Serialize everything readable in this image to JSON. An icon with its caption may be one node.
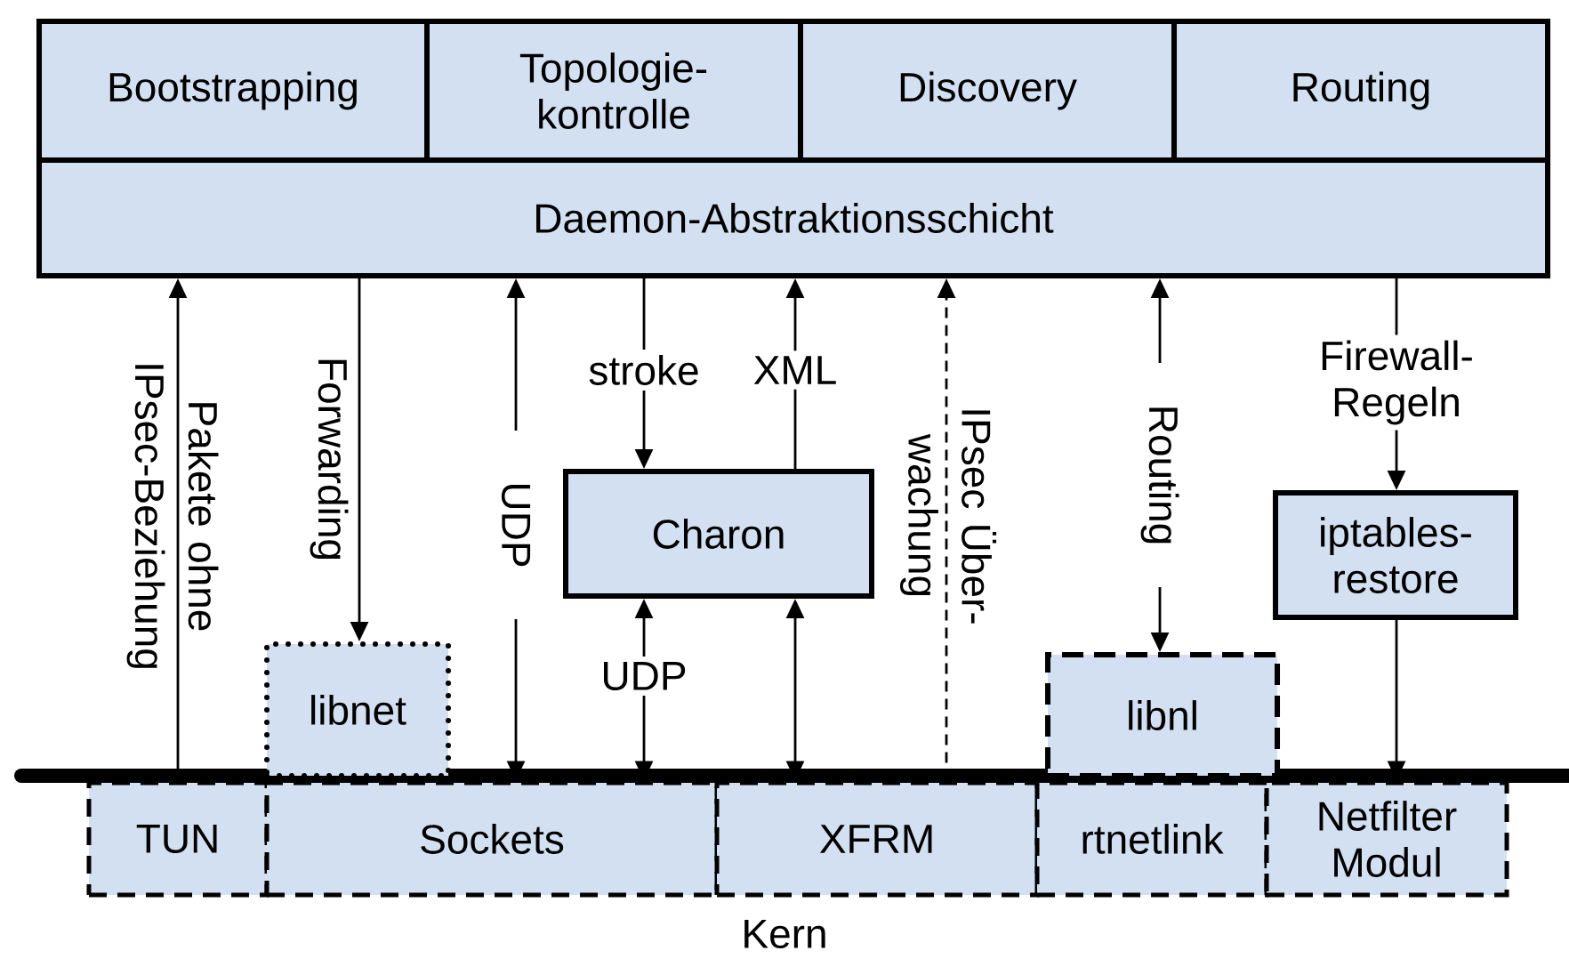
{
  "diagram": {
    "nodes": [
      {
        "text": [
          "Bootstrapping"
        ]
      },
      {
        "text": [
          "Topologie- kontrolle"
        ]
      },
      {
        "text": [
          "Discovery"
        ]
      },
      {
        "text": [
          "Routing"
        ]
      },
      {
        "text": [
          "Daemon-Abstraktionsschicht"
        ]
      },
      {
        "text": [
          "Charon"
        ]
      },
      {
        "text": [
          "iptables- restore"
        ]
      },
      {
        "text": [
          "libnet"
        ]
      },
      {
        "text": [
          "libnl"
        ]
      },
      {
        "text": [
          "TUN"
        ]
      },
      {
        "text": [
          "Sockets"
        ]
      },
      {
        "text": [
          "XFRM"
        ]
      },
      {
        "text": [
          "rtnetlink"
        ]
      },
      {
        "text": [
          "Netfilter Modul"
        ]
      }
    ],
    "edges": [
      {
        "from": 9,
        "to": 4,
        "arrow": "to",
        "label": "Pakete ohne IPsec-Beziehung"
      },
      {
        "from": 4,
        "to": 7,
        "arrow": "to",
        "label": "Forwarding"
      },
      {
        "from": 4,
        "to": 10,
        "arrow": "both",
        "label": "UDP"
      },
      {
        "from": 4,
        "to": 5,
        "arrow": "to",
        "label": "stroke"
      },
      {
        "from": 5,
        "to": 4,
        "arrow": "to",
        "label": "XML"
      },
      {
        "from": 5,
        "to": 10,
        "arrow": "both",
        "label": "UDP"
      },
      {
        "from": 5,
        "to": 11,
        "arrow": "both"
      },
      {
        "from": 11,
        "to": 4,
        "arrow": "to",
        "style": "dashed",
        "label": "IPsec Über- wachung"
      },
      {
        "from": 4,
        "to": 8,
        "arrow": "both",
        "label": "Routing"
      },
      {
        "from": 4,
        "to": 6,
        "arrow": "to",
        "label": "Firewall- Regeln"
      },
      {
        "from": 6,
        "to": 13,
        "arrow": "to"
      }
    ],
    "labels": [
      "Kern"
    ]
  }
}
